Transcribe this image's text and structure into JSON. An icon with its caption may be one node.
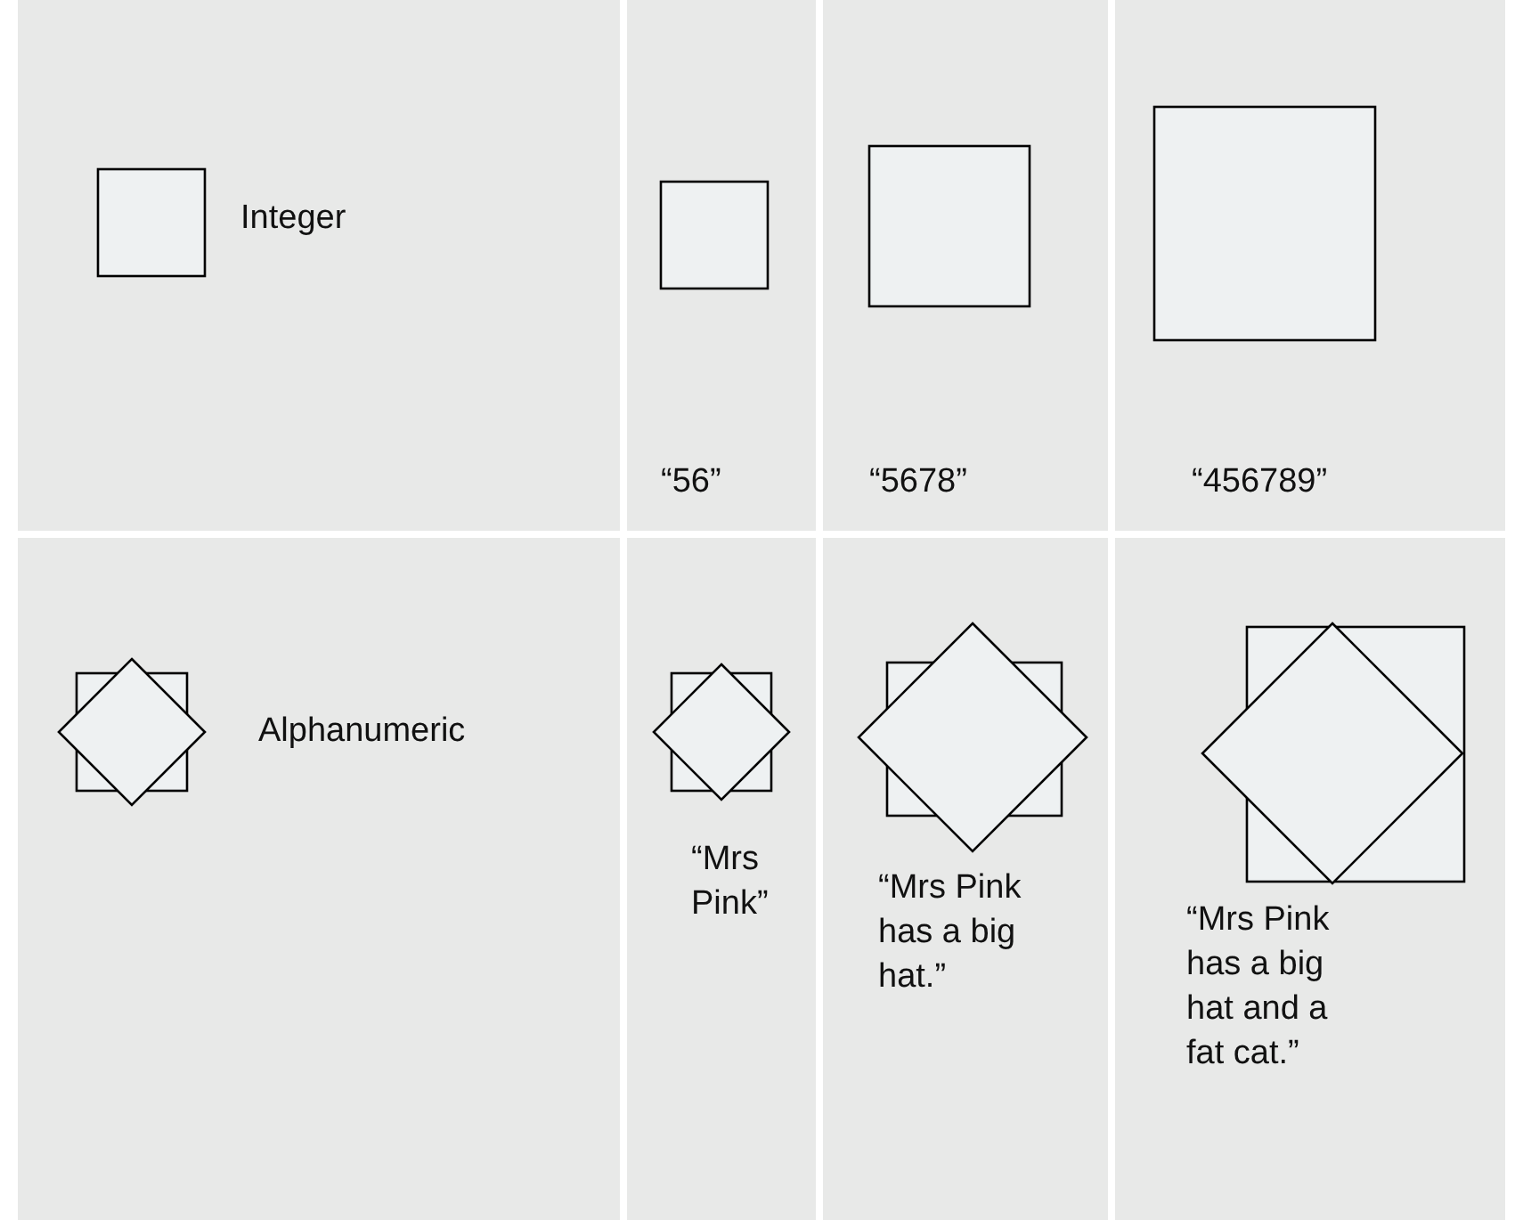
{
  "diagram": {
    "labels": [
      "Integer",
      "“56”",
      "“5678”",
      "“456789”",
      "Alphanumeric",
      "“Mrs Pink”",
      "“Mrs Pink has a big hat.”",
      "“Mrs Pink has a big hat and a fat cat.”"
    ]
  }
}
